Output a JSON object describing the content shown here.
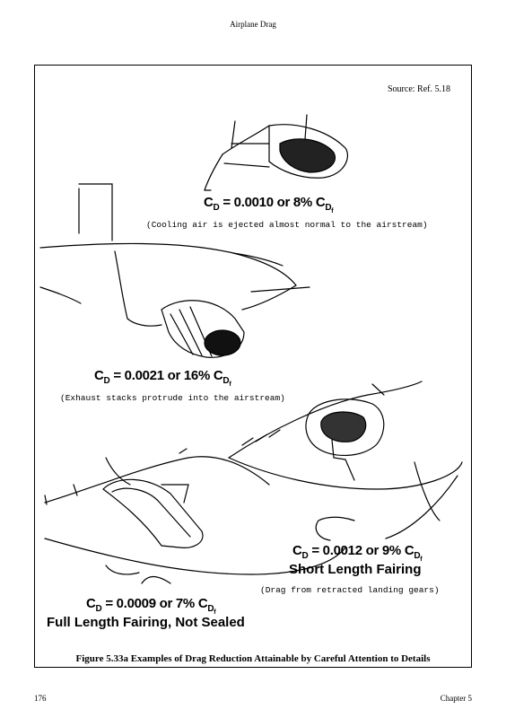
{
  "header": {
    "title": "Airplane Drag"
  },
  "source": "Source: Ref. 5.18",
  "labels": {
    "cooling": {
      "cd": "C",
      "cd_sub": "D",
      "eq": " = 0.0010 or 8% C",
      "cdf_sub": "D",
      "cdf_subsub": "f",
      "note": "(Cooling air is ejected almost normal to the airstream)"
    },
    "exhaust": {
      "cd": "C",
      "cd_sub": "D",
      "eq": " = 0.0021 or 16% C",
      "cdf_sub": "D",
      "cdf_subsub": "f",
      "note": "(Exhaust stacks protrude into the airstream)"
    },
    "short_fairing": {
      "cd": "C",
      "cd_sub": "D",
      "eq": " = 0.0012 or 9% C",
      "cdf_sub": "D",
      "cdf_subsub": "f",
      "title": "Short Length Fairing",
      "note": "(Drag from retracted landing gears)"
    },
    "full_fairing": {
      "cd": "C",
      "cd_sub": "D",
      "eq": " = 0.0009 or 7% C",
      "cdf_sub": "D",
      "cdf_subsub": "f",
      "title": "Full Length Fairing, Not Sealed"
    }
  },
  "caption": "Figure 5.33a Examples of Drag Reduction Attainable by Careful Attention to Details",
  "footer": {
    "page": "176",
    "chapter": "Chapter 5"
  }
}
